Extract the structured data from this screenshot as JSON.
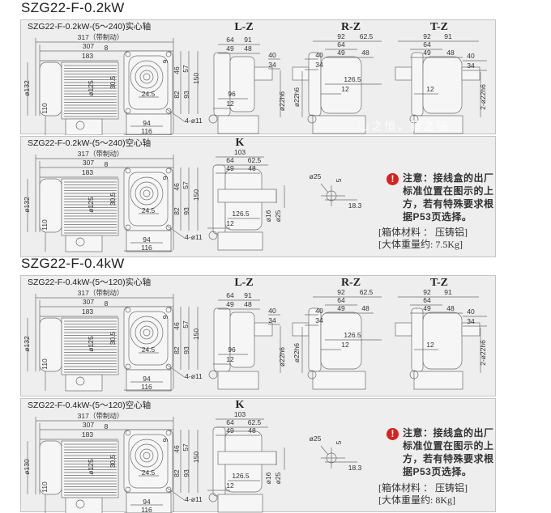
{
  "watermark": "山之恒，藤之韧...",
  "sections": [
    {
      "title": "SZG22-F-0.2kW",
      "solid": {
        "label": "SZG22-F-0.2kW-(5～240)实心轴",
        "main": [
          "317（带制动）",
          "307",
          "8",
          "183",
          "ø132",
          "110",
          "ø125",
          "30.5",
          "24.5",
          "6",
          "46",
          "57",
          "150",
          "82",
          "93",
          "94",
          "116",
          "4-ø11"
        ],
        "views": [
          {
            "label": "L-Z",
            "dims": [
              "64",
              "91",
              "49",
              "48",
              "40",
              "34",
              "96",
              "12",
              "ø22h6"
            ]
          },
          {
            "label": "R-Z",
            "dims": [
              "92",
              "62.5",
              "64",
              "49",
              "48",
              "40",
              "34",
              "126.5",
              "12",
              "ø22h6"
            ]
          },
          {
            "label": "T-Z",
            "dims": [
              "92",
              "91",
              "64",
              "49",
              "48",
              "40",
              "34",
              "12",
              "2-ø22h6"
            ]
          }
        ]
      },
      "hollow": {
        "label": "SZG22-F-0.2kW-(5～240)空心轴",
        "main": [
          "317（带制动）",
          "307",
          "8",
          "183",
          "ø132",
          "110",
          "ø125",
          "30.5",
          "24.5",
          "6",
          "46",
          "57",
          "150",
          "82",
          "93",
          "94",
          "116",
          "4-ø11"
        ],
        "k": {
          "label": "K",
          "dims": [
            "103",
            "64",
            "62.5",
            "49",
            "48",
            "126.5",
            "12",
            "ø16",
            "ø25"
          ]
        },
        "detail": [
          "ø25",
          "5",
          "18.3"
        ],
        "note": {
          "icon": "exclamation-icon",
          "lines": [
            "注意：接线盒的出厂",
            "标准位置在图示的上",
            "方，若有特殊要求根",
            "据P53页选择。"
          ],
          "material": "[箱体材料 ： 压铸铝]",
          "weight": "[大体重量约: 7.5Kg]"
        }
      }
    },
    {
      "title": "SZG22-F-0.4kW",
      "solid": {
        "label": "SZG22-F-0.4kW-(5～120)实心轴",
        "main": [
          "317（带制动）",
          "307",
          "8",
          "183",
          "ø132",
          "110",
          "ø125",
          "30.5",
          "24.5",
          "6",
          "46",
          "57",
          "150",
          "82",
          "93",
          "94",
          "116",
          "4-ø11"
        ],
        "views": [
          {
            "label": "L-Z",
            "dims": [
              "64",
              "91",
              "49",
              "48",
              "40",
              "34",
              "96",
              "12",
              "ø22h6"
            ]
          },
          {
            "label": "R-Z",
            "dims": [
              "92",
              "62.5",
              "64",
              "49",
              "48",
              "40",
              "34",
              "126.5",
              "12",
              "ø22h6"
            ]
          },
          {
            "label": "T-Z",
            "dims": [
              "92",
              "91",
              "64",
              "49",
              "48",
              "40",
              "34",
              "12",
              "2-ø22h6"
            ]
          }
        ]
      },
      "hollow": {
        "label": "SZG22-F-0.4kW-(5～120)空心轴",
        "main": [
          "317（带制动）",
          "307",
          "8",
          "183",
          "ø130",
          "110",
          "ø125",
          "30.5",
          "24.5",
          "6",
          "46",
          "57",
          "150",
          "82",
          "93",
          "94",
          "116",
          "4-ø11"
        ],
        "k": {
          "label": "K",
          "dims": [
            "103",
            "64",
            "62.5",
            "49",
            "48",
            "126.5",
            "12",
            "ø16",
            "ø25"
          ]
        },
        "detail": [
          "ø25",
          "5",
          "18.3"
        ],
        "note": {
          "icon": "exclamation-icon",
          "lines": [
            "注意：接线盒的出厂",
            "标准位置在图示的上",
            "方，若有特殊要求根",
            "据P53页选择。"
          ],
          "material": "[箱体材料 ：  压铸铝]",
          "weight": "[大体重量约:  8Kg]"
        }
      }
    }
  ]
}
